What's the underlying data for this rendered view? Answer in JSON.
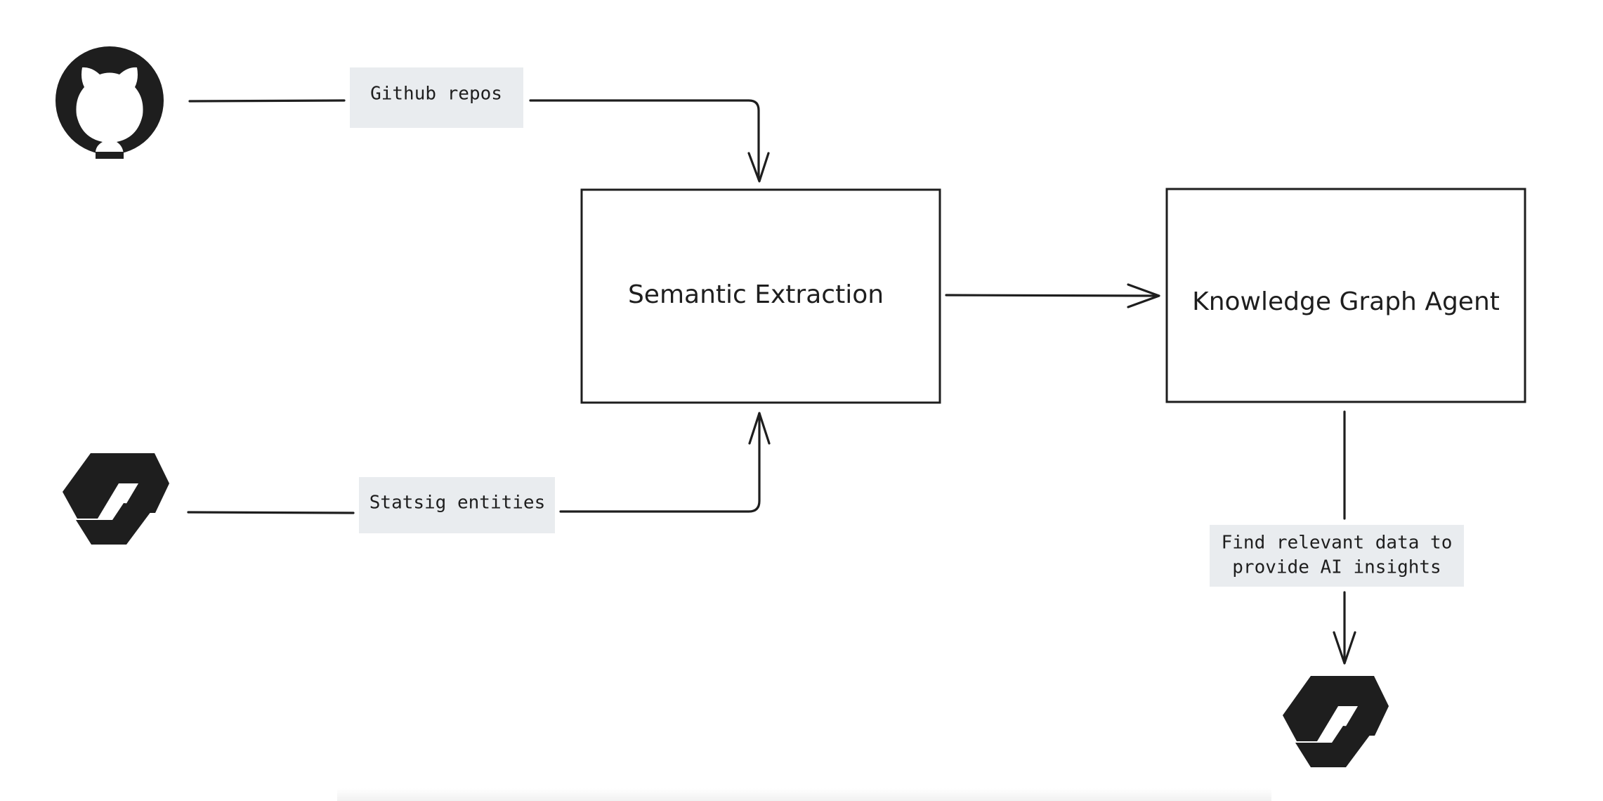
{
  "nodes": {
    "semantic_extraction": "Semantic Extraction",
    "knowledge_graph_agent": "Knowledge Graph Agent"
  },
  "edge_labels": {
    "github_repos": "Github repos",
    "statsig_entities": "Statsig entities",
    "insights_line1": "Find relevant data to",
    "insights_line2": "provide AI insights"
  },
  "icons": {
    "source_top": "github-icon",
    "source_bottom": "statsig-icon",
    "output": "statsig-icon"
  },
  "colors": {
    "stroke": "#1e1e1e",
    "label_background": "#e9ecef",
    "background": "#ffffff"
  }
}
